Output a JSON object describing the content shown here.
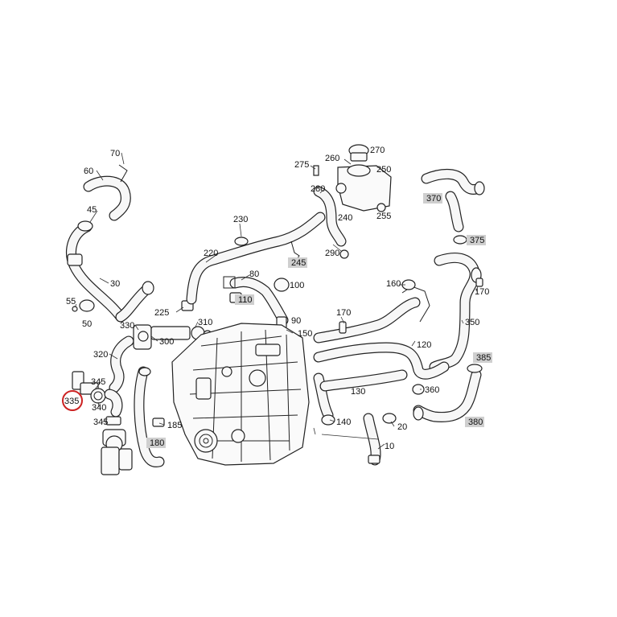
{
  "diagram": {
    "highlight_color": "#cc2222",
    "box_fill": "#cfcfcf",
    "highlighted_callout": "335",
    "callouts": [
      {
        "id": "c70",
        "text": "70"
      },
      {
        "id": "c60",
        "text": "60"
      },
      {
        "id": "c45",
        "text": "45"
      },
      {
        "id": "c30",
        "text": "30"
      },
      {
        "id": "c55",
        "text": "55"
      },
      {
        "id": "c50",
        "text": "50"
      },
      {
        "id": "c330",
        "text": "330"
      },
      {
        "id": "c300",
        "text": "300"
      },
      {
        "id": "c225",
        "text": "225"
      },
      {
        "id": "c310",
        "text": "310"
      },
      {
        "id": "c320",
        "text": "320"
      },
      {
        "id": "c345a",
        "text": "345"
      },
      {
        "id": "c335",
        "text": "335"
      },
      {
        "id": "c340",
        "text": "340"
      },
      {
        "id": "c345b",
        "text": "345"
      },
      {
        "id": "c185",
        "text": "185"
      },
      {
        "id": "c180",
        "text": "180"
      },
      {
        "id": "c230",
        "text": "230"
      },
      {
        "id": "c220",
        "text": "220"
      },
      {
        "id": "c80",
        "text": "80"
      },
      {
        "id": "c100",
        "text": "100"
      },
      {
        "id": "c110",
        "text": "110"
      },
      {
        "id": "c90",
        "text": "90"
      },
      {
        "id": "c245",
        "text": "245"
      },
      {
        "id": "c275",
        "text": "275"
      },
      {
        "id": "c260",
        "text": "260"
      },
      {
        "id": "c270",
        "text": "270"
      },
      {
        "id": "c250",
        "text": "250"
      },
      {
        "id": "c280",
        "text": "280"
      },
      {
        "id": "c240",
        "text": "240"
      },
      {
        "id": "c255",
        "text": "255"
      },
      {
        "id": "c290",
        "text": "290"
      },
      {
        "id": "c370",
        "text": "370"
      },
      {
        "id": "c375",
        "text": "375"
      },
      {
        "id": "c160",
        "text": "160"
      },
      {
        "id": "c170a",
        "text": "170"
      },
      {
        "id": "c170b",
        "text": "170"
      },
      {
        "id": "c350",
        "text": "350"
      },
      {
        "id": "c150",
        "text": "150"
      },
      {
        "id": "c120",
        "text": "120"
      },
      {
        "id": "c385",
        "text": "385"
      },
      {
        "id": "c360",
        "text": "360"
      },
      {
        "id": "c130",
        "text": "130"
      },
      {
        "id": "c140",
        "text": "140"
      },
      {
        "id": "c20",
        "text": "20"
      },
      {
        "id": "c380",
        "text": "380"
      },
      {
        "id": "c10",
        "text": "10"
      }
    ]
  }
}
